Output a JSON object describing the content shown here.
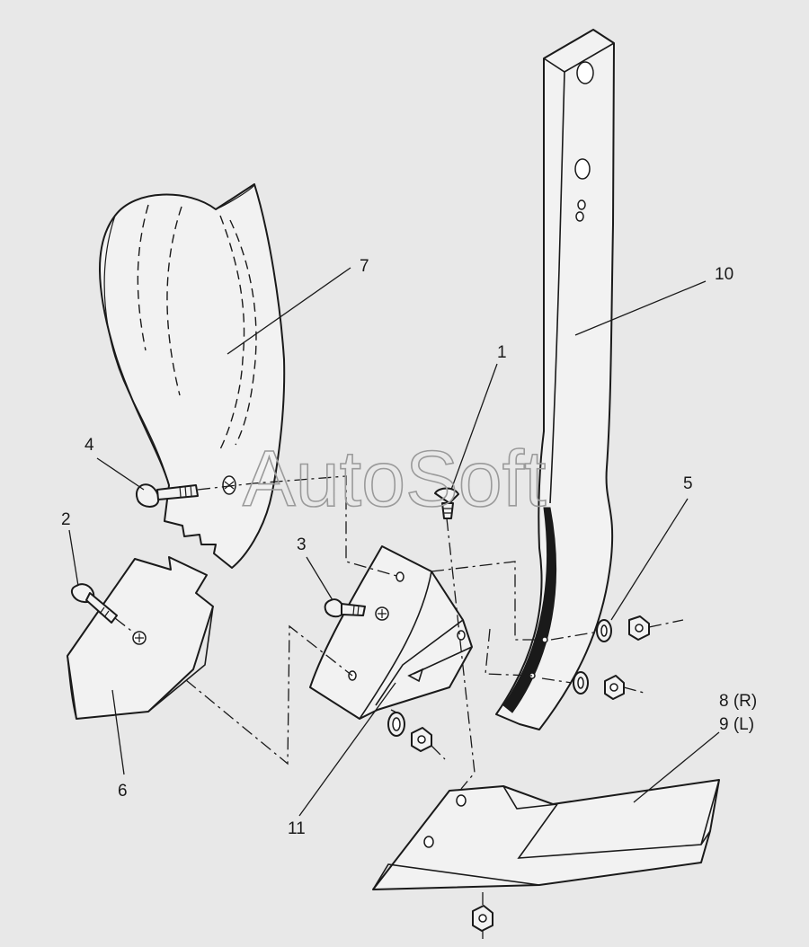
{
  "watermark": "AutoSoft",
  "callouts": {
    "c1": "1",
    "c2": "2",
    "c3": "3",
    "c4": "4",
    "c5": "5",
    "c6": "6",
    "c7": "7",
    "c8": "8 (R)",
    "c9": "9 (L)",
    "c10": "10",
    "c11": "11"
  }
}
